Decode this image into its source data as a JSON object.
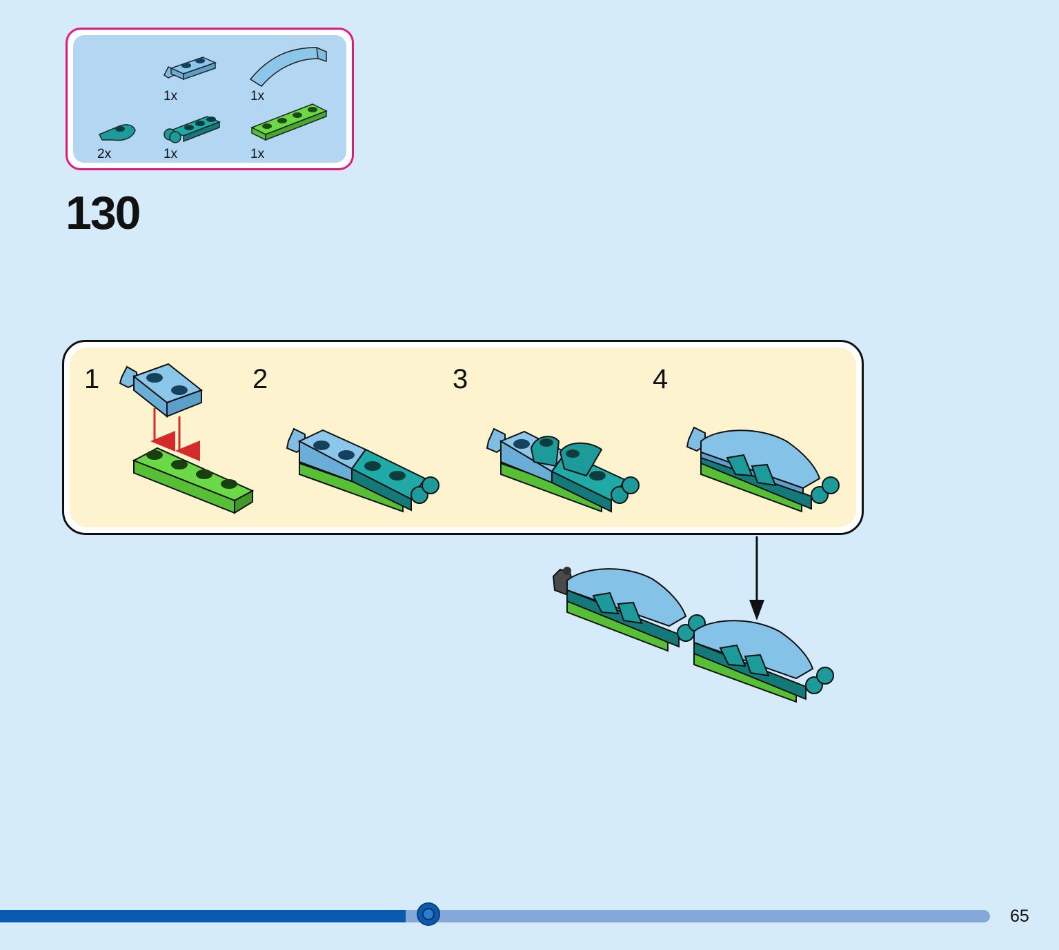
{
  "parts": [
    {
      "name": "light-blue-plate-1x2-with-clip",
      "count": "1x"
    },
    {
      "name": "light-blue-curved-slope",
      "count": "1x"
    },
    {
      "name": "teal-round-plate-half",
      "count": "2x"
    },
    {
      "name": "teal-plate-1x3-with-bar",
      "count": "1x"
    },
    {
      "name": "green-plate-1x4",
      "count": "1x"
    }
  ],
  "step": {
    "number": "130"
  },
  "substeps": [
    "1",
    "2",
    "3",
    "4"
  ],
  "page": {
    "number": "65",
    "progress": 0.41
  },
  "colors": {
    "light_blue": "#7fbde3",
    "teal": "#1c9b9a",
    "green": "#5fcf3a",
    "arrow_red": "#d42a2a",
    "accent_border": "#e0197d"
  }
}
